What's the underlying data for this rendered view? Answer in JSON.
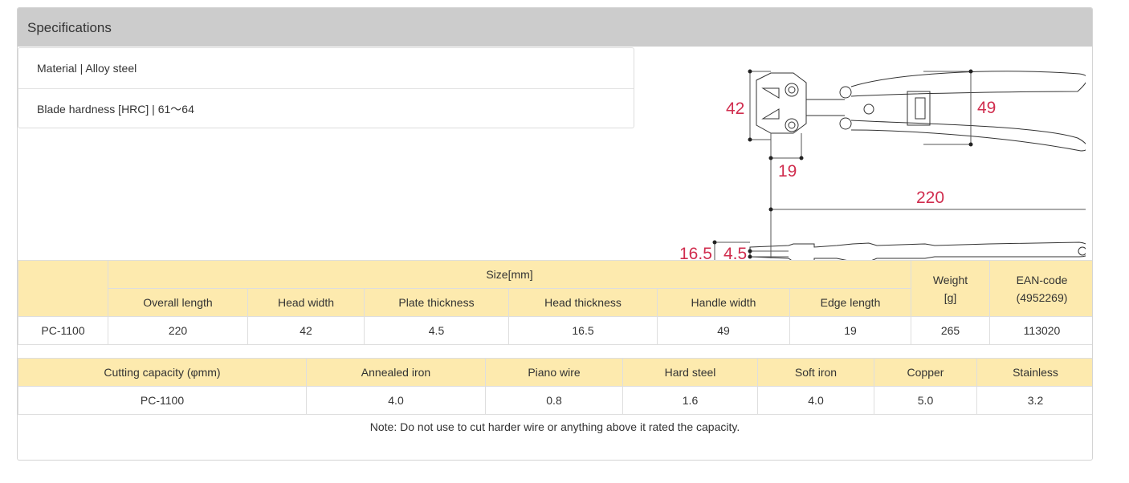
{
  "panel": {
    "title": "Specifications"
  },
  "specs": [
    {
      "label": "Material | Alloy steel"
    },
    {
      "label": "Blade hardness [HRC] | 61～64"
    }
  ],
  "diagram": {
    "dims": {
      "head_height": "42",
      "handle_width": "49",
      "edge_length": "19",
      "overall_length": "220",
      "head_thickness": "16.5",
      "plate_thickness": "4.5"
    },
    "accent_color": "#d02d4e"
  },
  "size_table": {
    "group_header": "Size[mm]",
    "columns": [
      "Overall length",
      "Head width",
      "Plate thickness",
      "Head thickness",
      "Handle width",
      "Edge length"
    ],
    "weight_header": "Weight\n[g]",
    "ean_header": "EAN-code\n(4952269)",
    "rows": [
      {
        "model": "PC-1100",
        "values": [
          "220",
          "42",
          "4.5",
          "16.5",
          "49",
          "19"
        ],
        "weight": "265",
        "ean": "113020"
      }
    ]
  },
  "capacity_table": {
    "header": "Cutting capacity (φmm)",
    "columns": [
      "Annealed iron",
      "Piano wire",
      "Hard steel",
      "Soft iron",
      "Copper",
      "Stainless"
    ],
    "rows": [
      {
        "model": "PC-1100",
        "values": [
          "4.0",
          "0.8",
          "1.6",
          "4.0",
          "5.0",
          "3.2"
        ]
      }
    ]
  },
  "note": "Note: Do not use to cut harder wire or anything above it rated the capacity.",
  "colors": {
    "header_bg": "#cccccc",
    "table_header_bg": "#fdeaae",
    "border": "#dedede"
  }
}
